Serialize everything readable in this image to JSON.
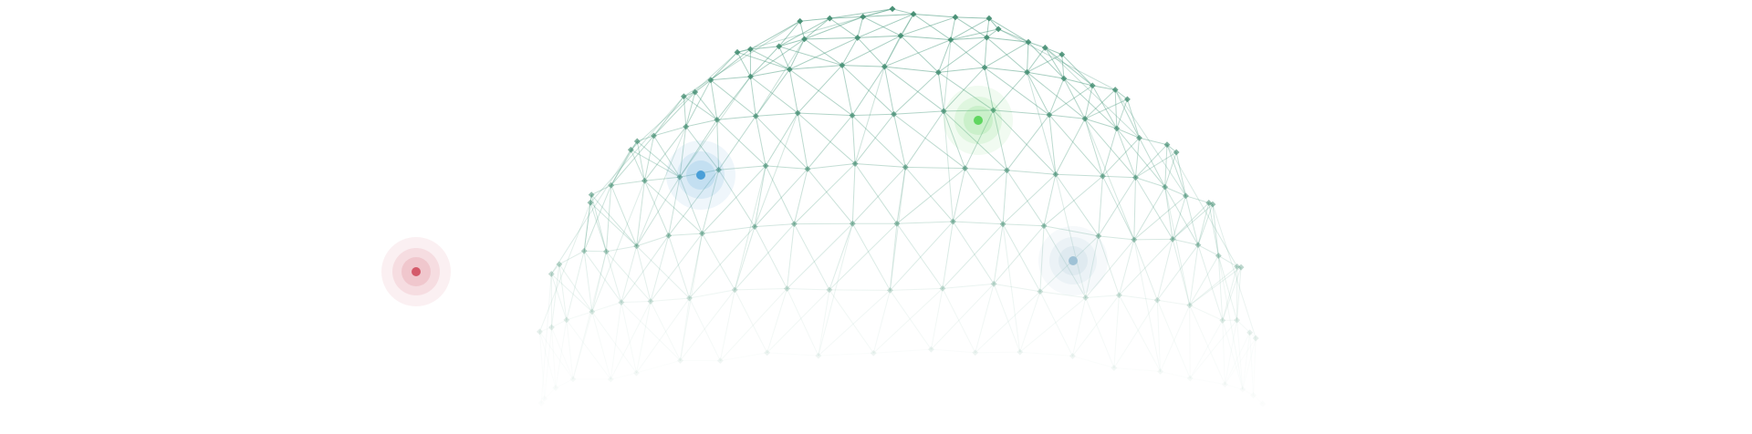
{
  "graphic": {
    "icon": "network-globe-icon",
    "colors": {
      "mesh_line": "#4a9a7e",
      "mesh_node": "#3f8a6e",
      "background": "#ffffff"
    },
    "markers": [
      {
        "name": "red-pulse-marker",
        "color": "#d45a6a"
      },
      {
        "name": "blue-pulse-marker",
        "color": "#4a9fd8"
      },
      {
        "name": "green-pulse-marker",
        "color": "#5fd65f"
      },
      {
        "name": "pale-blue-pulse-marker",
        "color": "#9fc2d6"
      }
    ]
  }
}
